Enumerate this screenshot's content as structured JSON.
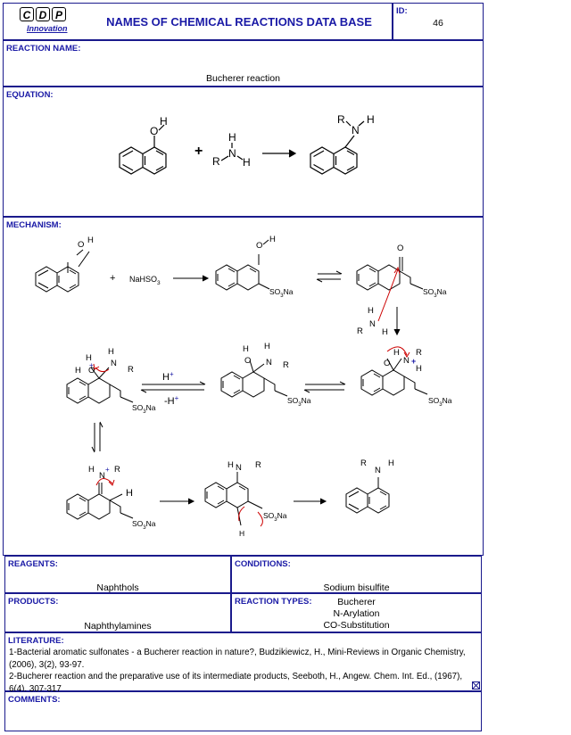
{
  "header": {
    "logo_letters": [
      "C",
      "D",
      "P"
    ],
    "logo_subtitle": "Innovation",
    "title": "NAMES OF CHEMICAL REACTIONS DATA BASE",
    "id_label": "ID:",
    "id_value": "46"
  },
  "reaction_name": {
    "label": "REACTION NAME:",
    "value": "Bucherer reaction"
  },
  "equation": {
    "label": "EQUATION:",
    "plus": "+"
  },
  "mechanism": {
    "label": "MECHANISM:",
    "reagent": "NaHSO",
    "reagent_sub": "3",
    "proton_plus": "H",
    "proton_minus": "-H",
    "sulfonate": "SO",
    "sulfonate_sub": "3",
    "sulfonate_tail": "Na"
  },
  "reagents": {
    "label": "REAGENTS:",
    "value": "Naphthols"
  },
  "conditions": {
    "label": "CONDITIONS:",
    "value": "Sodium bisulfite"
  },
  "products": {
    "label": "PRODUCTS:",
    "value": "Naphthylamines"
  },
  "reaction_types": {
    "label": "REACTION TYPES:",
    "values": [
      "Bucherer",
      "N-Arylation",
      "CO-Substitution"
    ]
  },
  "literature": {
    "label": "LITERATURE:",
    "lines": [
      "1-Bacterial aromatic sulfonates - a Bucherer reaction in nature?, Budzikiewicz, H., Mini-Reviews in Organic Chemistry, (2006), 3(2), 93-97.",
      "2-Bucherer reaction and the preparative use of its intermediate products, Seeboth, H., Angew. Chem. Int. Ed., (1967), 6(4), 307-317"
    ]
  },
  "comments": {
    "label": "COMMENTS:"
  },
  "atoms": {
    "O": "O",
    "H": "H",
    "N": "N",
    "R": "R",
    "plus": "+"
  }
}
